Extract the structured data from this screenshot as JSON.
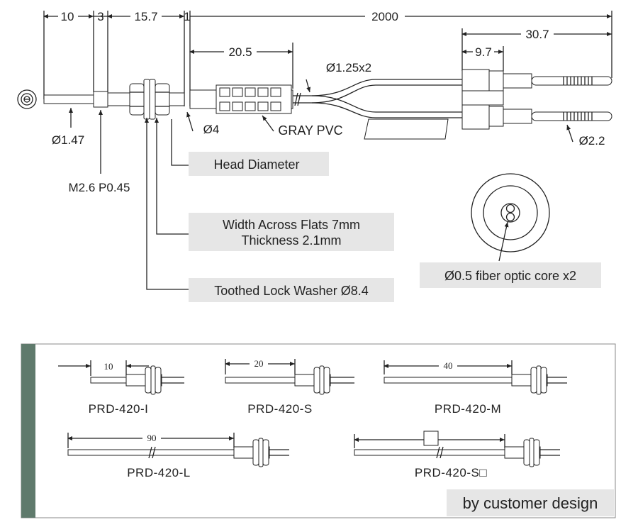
{
  "dimensions": {
    "d10": "10",
    "d3": "3",
    "d15_7": "15.7",
    "d1": "1",
    "d2000": "2000",
    "d20_5": "20.5",
    "d30_7": "30.7",
    "d9_7": "9.7",
    "dia_1_25": "Ø1.25x2",
    "dia_1_47": "Ø1.47",
    "dia_4": "Ø4",
    "dia_2_2": "Ø2.2",
    "thread": "M2.6 P0.45"
  },
  "labels": {
    "gray_pvc": "GRAY PVC",
    "head_diameter": "Head Diameter",
    "flats_line1": "Width Across Flats 7mm",
    "flats_line2": "Thickness 2.1mm",
    "washer": "Toothed Lock Washer Ø8.4",
    "fiber_core": "Ø0.5 fiber optic core x2"
  },
  "variants": {
    "items": [
      {
        "model": "PRD-420-I",
        "dim": "10"
      },
      {
        "model": "PRD-420-S",
        "dim": "20"
      },
      {
        "model": "PRD-420-M",
        "dim": "40"
      },
      {
        "model": "PRD-420-L",
        "dim": "90"
      },
      {
        "model": "PRD-420-S□",
        "dim": ""
      }
    ],
    "footer": "by customer design"
  },
  "colors": {
    "accent_bar": "#5f7a6c",
    "label_box": "#e6e6e6",
    "panel_bg": "#ffffff"
  }
}
